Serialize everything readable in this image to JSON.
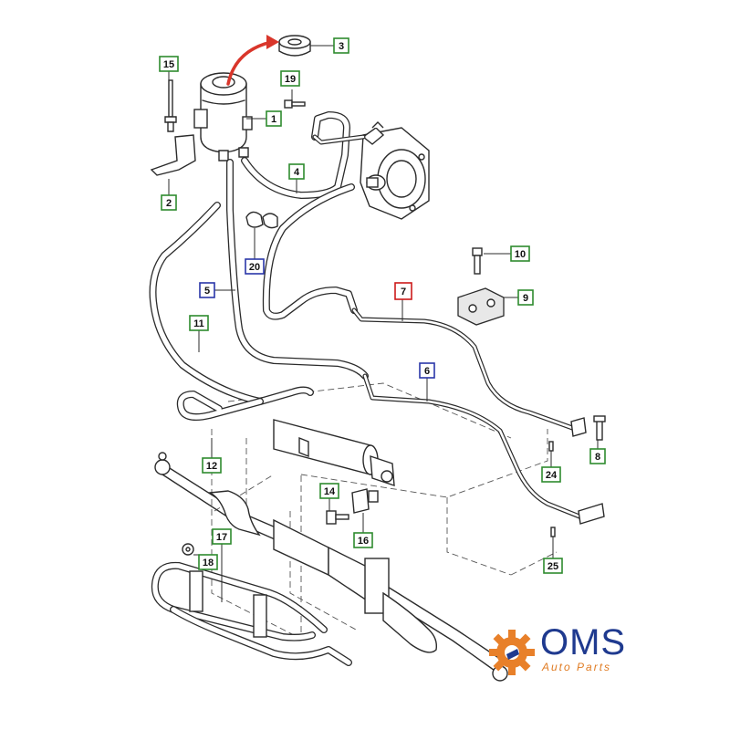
{
  "diagram": {
    "callouts": [
      {
        "id": "c1",
        "label": "1",
        "color": "green"
      },
      {
        "id": "c2",
        "label": "2",
        "color": "green"
      },
      {
        "id": "c3",
        "label": "3",
        "color": "green"
      },
      {
        "id": "c4",
        "label": "4",
        "color": "green"
      },
      {
        "id": "c5",
        "label": "5",
        "color": "blue"
      },
      {
        "id": "c6",
        "label": "6",
        "color": "blue"
      },
      {
        "id": "c7",
        "label": "7",
        "color": "red"
      },
      {
        "id": "c8",
        "label": "8",
        "color": "green"
      },
      {
        "id": "c9",
        "label": "9",
        "color": "green"
      },
      {
        "id": "c10",
        "label": "10",
        "color": "green"
      },
      {
        "id": "c11",
        "label": "11",
        "color": "green"
      },
      {
        "id": "c12",
        "label": "12",
        "color": "green"
      },
      {
        "id": "c14",
        "label": "14",
        "color": "green"
      },
      {
        "id": "c15",
        "label": "15",
        "color": "green"
      },
      {
        "id": "c16",
        "label": "16",
        "color": "green"
      },
      {
        "id": "c17",
        "label": "17",
        "color": "green"
      },
      {
        "id": "c18",
        "label": "18",
        "color": "green"
      },
      {
        "id": "c19",
        "label": "19",
        "color": "green"
      },
      {
        "id": "c20",
        "label": "20",
        "color": "blue"
      },
      {
        "id": "c24",
        "label": "24",
        "color": "green"
      },
      {
        "id": "c25",
        "label": "25",
        "color": "green"
      }
    ],
    "colors": {
      "green": "#2e8b2e",
      "blue": "#2a36a8",
      "red": "#cc1a1a",
      "arrow": "#d9362b"
    }
  },
  "logo": {
    "word": "OMS",
    "tagline": "Auto Parts",
    "colors": {
      "navy": "#1f3a8f",
      "orange": "#e07b22",
      "gear": "#e8802a"
    }
  }
}
